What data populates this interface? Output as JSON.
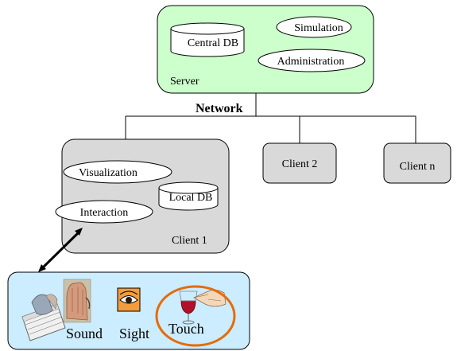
{
  "server": {
    "label": "Server",
    "central_db": "Central DB",
    "simulation": "Simulation",
    "administration": "Administration",
    "fill": "#ccffcc"
  },
  "network": {
    "label": "Network"
  },
  "client1": {
    "label": "Client 1",
    "visualization": "Visualization",
    "local_db": "Local DB",
    "interaction": "Interaction",
    "fill": "#d9d9d9"
  },
  "client2": {
    "label": "Client 2",
    "fill": "#d9d9d9"
  },
  "clientn": {
    "label": "Client n",
    "fill": "#d9d9d9"
  },
  "senses": {
    "fill": "#ccecff",
    "sound": "Sound",
    "sight": "Sight",
    "touch": "Touch",
    "touch_highlight_color": "#e46c0a"
  },
  "icons": [
    "keyboard-hands-icon",
    "ear-hand-icon",
    "eye-icon",
    "wine-glass-icon",
    "pointing-hand-icon"
  ]
}
